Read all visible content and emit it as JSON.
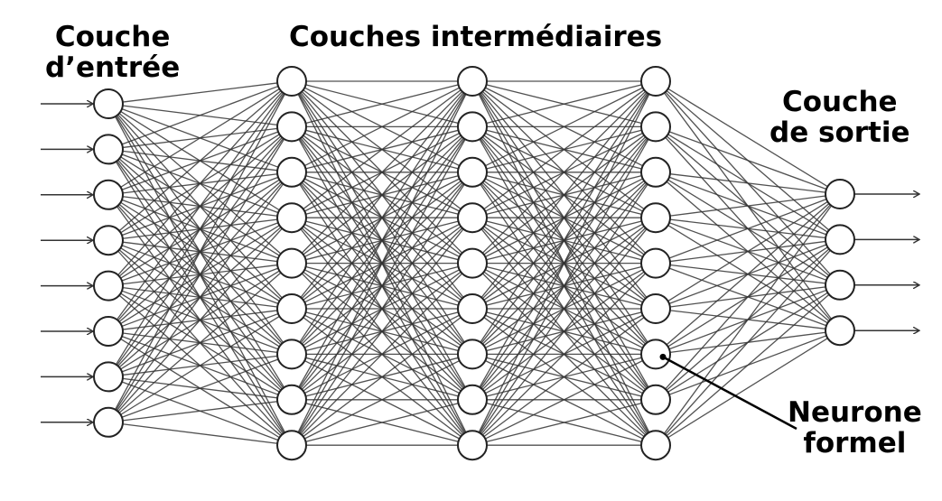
{
  "labels": {
    "input_layer": [
      "Couche",
      "d’entrée"
    ],
    "hidden_layers": "Couches intermédiaires",
    "output_layer": [
      "Couche",
      "de sortie"
    ],
    "neuron": [
      "Neurone",
      "formel"
    ]
  },
  "network": {
    "layer_sizes": [
      8,
      9,
      9,
      9,
      4
    ],
    "input_arrows": 8,
    "output_arrows": 4,
    "highlighted_neuron": {
      "layer": 3,
      "index": 6
    }
  },
  "colors": {
    "edge": "#333333",
    "node_stroke": "#222222",
    "text": "#000000"
  }
}
